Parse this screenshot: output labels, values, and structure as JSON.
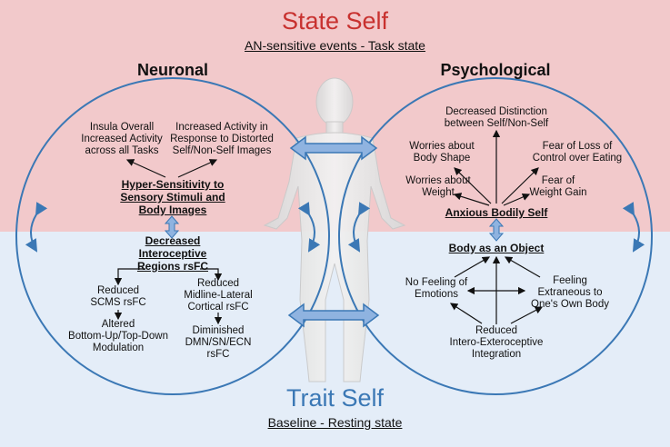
{
  "state": {
    "title": "State Self",
    "subtitle": "AN-sensitive events - Task state"
  },
  "trait": {
    "title": "Trait Self",
    "subtitle": "Baseline - Resting state"
  },
  "neuronal": {
    "heading": "Neuronal",
    "insula": "Insula Overall\nIncreased Activity\nacross all Tasks",
    "distorted": "Increased Activity in\nResponse to Distorted\nSelf/Non-Self Images",
    "hyper": "Hyper-Sensitivity to\nSensory Stimuli and\nBody Images",
    "interoceptive": "Decreased\nInteroceptive\nRegions rsFC",
    "scms": "Reduced\nSCMS rsFC",
    "altered": "Altered\nBottom-Up/Top-Down\nModulation",
    "midline": "Reduced\nMidline-Lateral\nCortical rsFC",
    "dmn": "Diminished\nDMN/SN/ECN\nrsFC"
  },
  "psychological": {
    "heading": "Psychological",
    "distinction": "Decreased Distinction\nbetween Self/Non-Self",
    "shape": "Worries about\nBody Shape",
    "control": "Fear of Loss of\nControl over Eating",
    "weight": "Worries about\nWeight",
    "gain": "Fear of\nWeight Gain",
    "anxious": "Anxious Bodily Self",
    "object": "Body as an Object",
    "no_feeling": "No Feeling of\nEmotions",
    "extraneous": "Feeling\nExtraneous to\nOne's Own Body",
    "intero": "Reduced\nIntero-Exteroceptive\nIntegration"
  },
  "colors": {
    "state_bg": "#f2c9cb",
    "trait_bg": "#e4edf8",
    "state_title": "#c8312f",
    "trait_title": "#3b78b5",
    "ring": "#3b78b5"
  }
}
